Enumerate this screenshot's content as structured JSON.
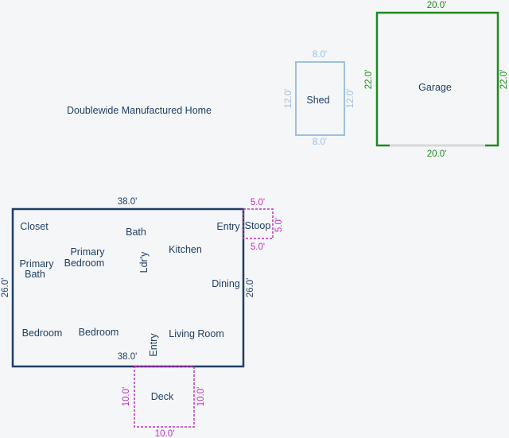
{
  "title": "Doublewide Manufactured Home",
  "colors": {
    "home": "#1f3f66",
    "garage": "#1e8a1e",
    "shed": "#9ec0e0",
    "outdoor": "#c030c0",
    "background": "#f5f6f7"
  },
  "garage": {
    "label": "Garage",
    "top": "20.0'",
    "bottom": "20.0'",
    "left": "22.0'",
    "right": "22.0'"
  },
  "shed": {
    "label": "Shed",
    "top": "8.0'",
    "bottom": "8.0'",
    "left": "12.0'",
    "right": "12.0'"
  },
  "home": {
    "top": "38.0'",
    "bottom": "38.0'",
    "left": "26.0'",
    "right": "26.0'"
  },
  "rooms": {
    "closet": "Closet",
    "primary_bath_1": "Primary",
    "primary_bath_2": "Bath",
    "primary_bedroom_1": "Primary",
    "primary_bedroom_2": "Bedroom",
    "bath": "Bath",
    "laundry": "Ldr'y",
    "kitchen": "Kitchen",
    "entry_top": "Entry",
    "dining": "Dining",
    "bedroom_1": "Bedroom",
    "bedroom_2": "Bedroom",
    "entry_bottom": "Entry",
    "living_room": "Living Room"
  },
  "stoop": {
    "label": "Stoop",
    "top": "5.0'",
    "bottom": "5.0'",
    "right": "5.0'"
  },
  "deck": {
    "label": "Deck",
    "bottom": "10.0'",
    "left": "10.0'",
    "right": "10.0'"
  }
}
